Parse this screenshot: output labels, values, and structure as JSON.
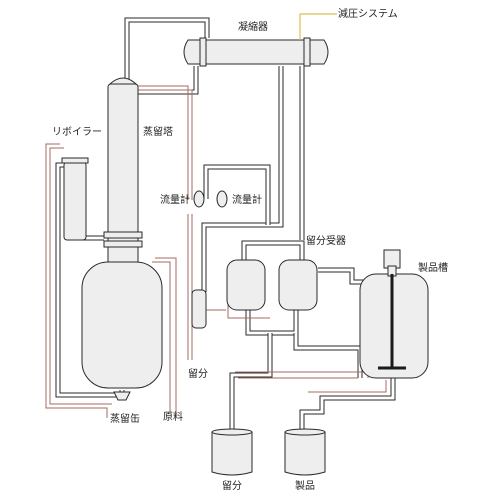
{
  "labels": {
    "condenser": "凝縮器",
    "vacuum_system": "減圧システム",
    "reboiler": "リボイラー",
    "distillation_column": "蒸留塔",
    "flow_meter_left": "流量計",
    "flow_meter_right": "流量計",
    "distillate_receiver": "留分受器",
    "product_tank": "製品槽",
    "distillate_side": "留分",
    "still_pot": "蒸留缶",
    "feedstock": "原料",
    "distillate_drum": "留分",
    "product_drum": "製品"
  },
  "colors": {
    "equipment_fill": "#eeeeee",
    "outline": "#2a2a2a",
    "trace_line": "#a56a62",
    "vacuum_line": "#d8c24a",
    "agitator": "#1a1a1a"
  }
}
